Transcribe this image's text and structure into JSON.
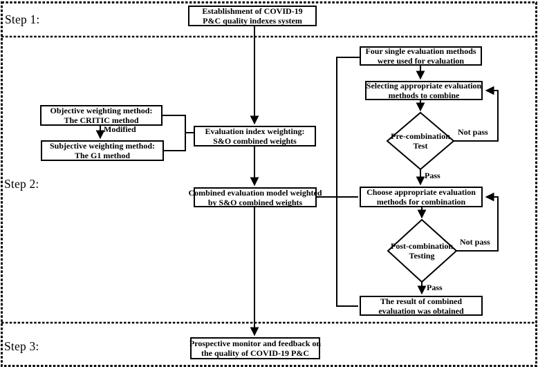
{
  "figure": {
    "title": "COVID-19 P&C quality evaluation flowchart",
    "colors": {
      "line": "#000000",
      "background": "#ffffff",
      "text": "#000000"
    },
    "steps": [
      {
        "label": "Step 1:"
      },
      {
        "label": "Step 2:"
      },
      {
        "label": "Step 3:"
      }
    ],
    "boxes": {
      "establishment": {
        "lines": [
          "Establishment of COVID-19",
          "P&C quality indexes system"
        ]
      },
      "four_single": {
        "lines": [
          "Four single evaluation methods",
          "were used for evaluation"
        ]
      },
      "selecting": {
        "lines": [
          "Selecting appropriate evaluation",
          "methods to combine"
        ]
      },
      "objective": {
        "lines": [
          "Objective weighting method:",
          "The CRITIC method"
        ]
      },
      "subjective": {
        "lines": [
          "Subjective weighting method:",
          "The G1 method"
        ]
      },
      "eval_index": {
        "lines": [
          "Evaluation index weighting:",
          "S&O combined weights"
        ]
      },
      "combined_model": {
        "lines": [
          "Combined evaluation model weighted",
          "by S&O combined weights"
        ]
      },
      "choose": {
        "lines": [
          "Choose appropriate evaluation",
          "methods for combination"
        ]
      },
      "result": {
        "lines": [
          "The result of combined",
          "evaluation was obtained"
        ]
      },
      "prospective": {
        "lines": [
          "Prospective monitor and feedback on",
          "the quality of COVID-19 P&C"
        ]
      }
    },
    "diamonds": {
      "pre_combination": {
        "lines": [
          "Pre-combination",
          "Test"
        ]
      },
      "post_combination": {
        "lines": [
          "Post-combination",
          "Testing"
        ]
      }
    },
    "edge_labels": {
      "modified": "Modified",
      "pass1": "Pass",
      "not_pass1": "Not pass",
      "pass2": "Pass",
      "not_pass2": "Not pass"
    }
  }
}
